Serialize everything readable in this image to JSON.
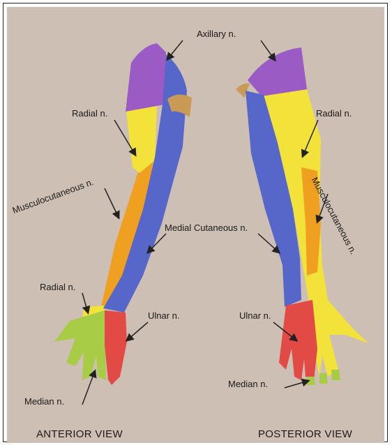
{
  "figure": {
    "labels": {
      "axillary": "Axillary n.",
      "radial_left_upper": "Radial n.",
      "radial_right": "Radial n.",
      "musculo_left": "Musculocutaneous n.",
      "musculo_right": "Musculocutaneous n.",
      "medial_cutaneous": "Medial Cutaneous n.",
      "radial_left_lower": "Radial n.",
      "ulnar_left": "Ulnar n.",
      "ulnar_right": "Ulnar n.",
      "median_left": "Median n.",
      "median_right": "Median n."
    },
    "views": {
      "anterior": "ANTERIOR VIEW",
      "posterior": "POSTERIOR VIEW"
    },
    "region_colors": {
      "axillary": "#9a5bc4",
      "radial": "#f2e23a",
      "musculocutaneous": "#f0a021",
      "medial_cutaneous": "#5667c9",
      "ulnar": "#e24a45",
      "median": "#a9cc47",
      "background": "#cdbfb4"
    }
  }
}
